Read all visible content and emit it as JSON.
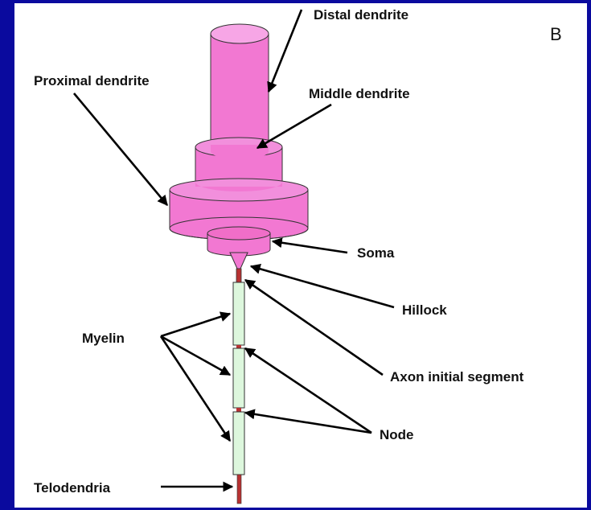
{
  "figure": {
    "panel_letter": "B",
    "labels": {
      "distal_dendrite": "Distal dendrite",
      "proximal_dendrite": "Proximal dendrite",
      "middle_dendrite": "Middle dendrite",
      "soma": "Soma",
      "hillock": "Hillock",
      "myelin": "Myelin",
      "axon_initial_segment": "Axon initial segment",
      "node": "Node",
      "telodendria": "Telodendria"
    },
    "colors": {
      "background": "#0a0a9e",
      "panel": "#ffffff",
      "dendrite_fill": "#f278d2",
      "myelin_fill": "#ddf7dd",
      "axon_segment": "#b83232",
      "text": "#111111"
    }
  }
}
